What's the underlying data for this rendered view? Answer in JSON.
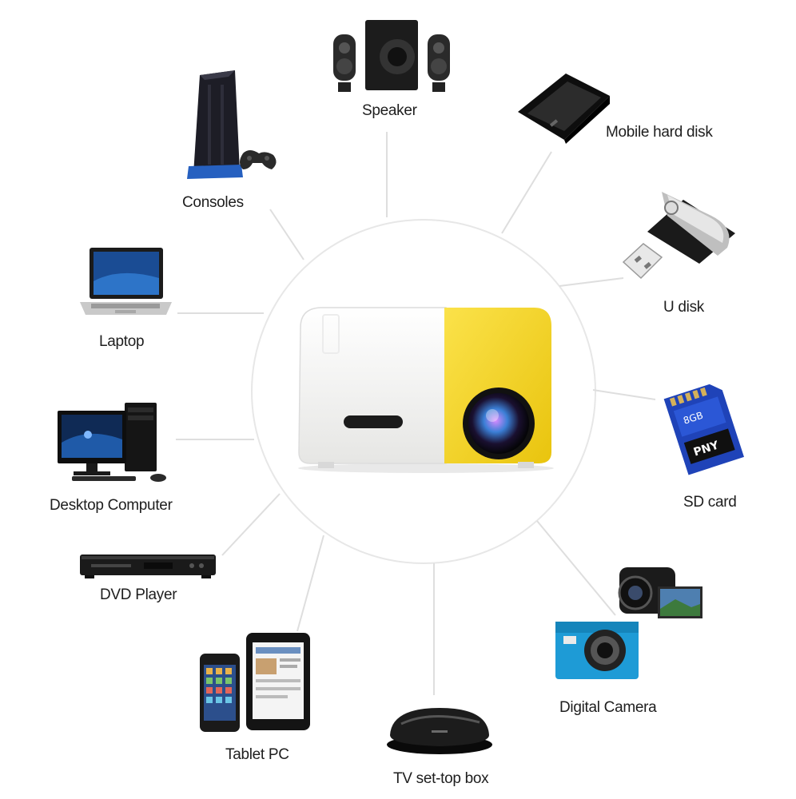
{
  "hub": {
    "name": "mini-projector",
    "colors": {
      "body": "#f6f6f4",
      "accent": "#f4d21c",
      "lens": "#0d0d12",
      "ring": "#ececec",
      "connector": "#dcdcdc"
    }
  },
  "devices": [
    {
      "id": "speaker",
      "label": "Speaker",
      "icon": "speaker-icon"
    },
    {
      "id": "mobile-hard-disk",
      "label": "Mobile hard disk",
      "icon": "hard-disk-icon"
    },
    {
      "id": "u-disk",
      "label": "U disk",
      "icon": "usb-drive-icon"
    },
    {
      "id": "sd-card",
      "label": "SD card",
      "icon": "sd-card-icon"
    },
    {
      "id": "digital-camera",
      "label": "Digital Camera",
      "icon": "camera-icon"
    },
    {
      "id": "tv-set-top-box",
      "label": "TV set-top box",
      "icon": "set-top-box-icon"
    },
    {
      "id": "tablet-pc",
      "label": "Tablet PC",
      "icon": "tablet-icon"
    },
    {
      "id": "dvd-player",
      "label": "DVD Player",
      "icon": "dvd-player-icon"
    },
    {
      "id": "desktop-computer",
      "label": "Desktop Computer",
      "icon": "desktop-icon"
    },
    {
      "id": "laptop",
      "label": "Laptop",
      "icon": "laptop-icon"
    },
    {
      "id": "consoles",
      "label": "Consoles",
      "icon": "console-icon"
    }
  ]
}
